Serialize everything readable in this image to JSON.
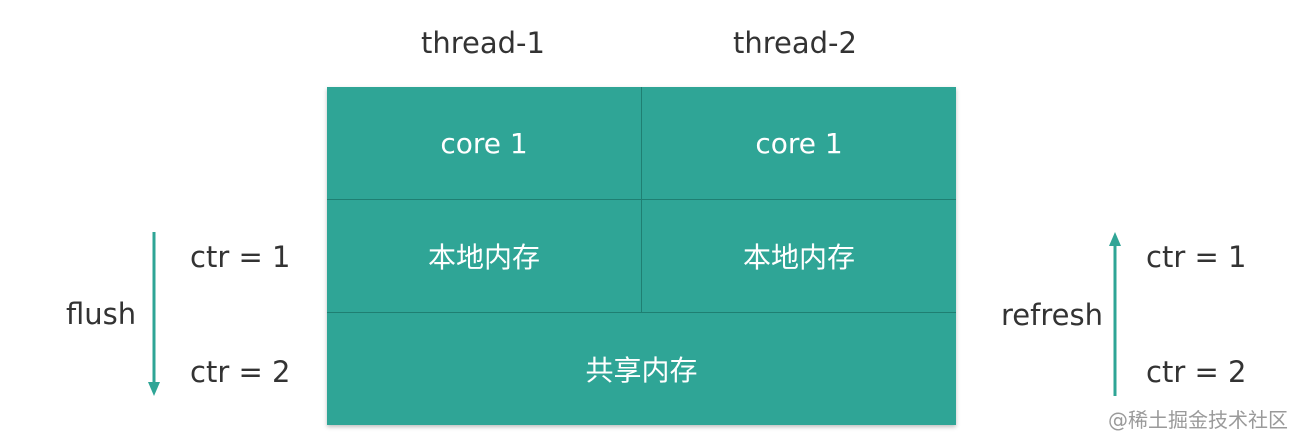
{
  "threads": {
    "thread_1": "thread-1",
    "thread_2": "thread-2"
  },
  "cells": {
    "core_left": "core 1",
    "core_right": "core 1",
    "local_mem_left": "本地内存",
    "local_mem_right": "本地内存",
    "shared_mem": "共享内存"
  },
  "left": {
    "ctr_top": "ctr = 1",
    "action": "flush",
    "ctr_bottom": "ctr = 2",
    "arrow_direction": "down"
  },
  "right": {
    "ctr_top": "ctr = 1",
    "action": "refresh",
    "ctr_bottom": "ctr = 2",
    "arrow_direction": "up"
  },
  "colors": {
    "teal": "#2fa596",
    "divider": "#1f7f72",
    "text": "#333333"
  },
  "watermark": "@稀土掘金技术社区"
}
